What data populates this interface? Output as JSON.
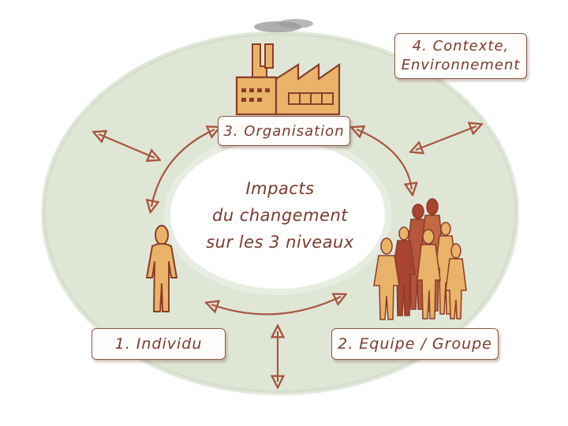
{
  "diagram": {
    "center_lines": [
      "Impacts",
      "du changement",
      "sur les 3 niveaux"
    ],
    "levels": {
      "individu": "1. Individu",
      "equipe": "2. Equipe / Groupe",
      "organisation": "3. Organisation",
      "contexte_line1": "4. Contexte,",
      "contexte_line2": "Environnement"
    },
    "colors": {
      "ring": "#dfe6d6",
      "figure_fill": "#e9b46a",
      "outline": "#8c3b2a",
      "text": "#7a3b2e"
    },
    "icons": [
      "factory-icon",
      "person-icon",
      "group-of-people-icon",
      "double-arrow-icon"
    ]
  }
}
